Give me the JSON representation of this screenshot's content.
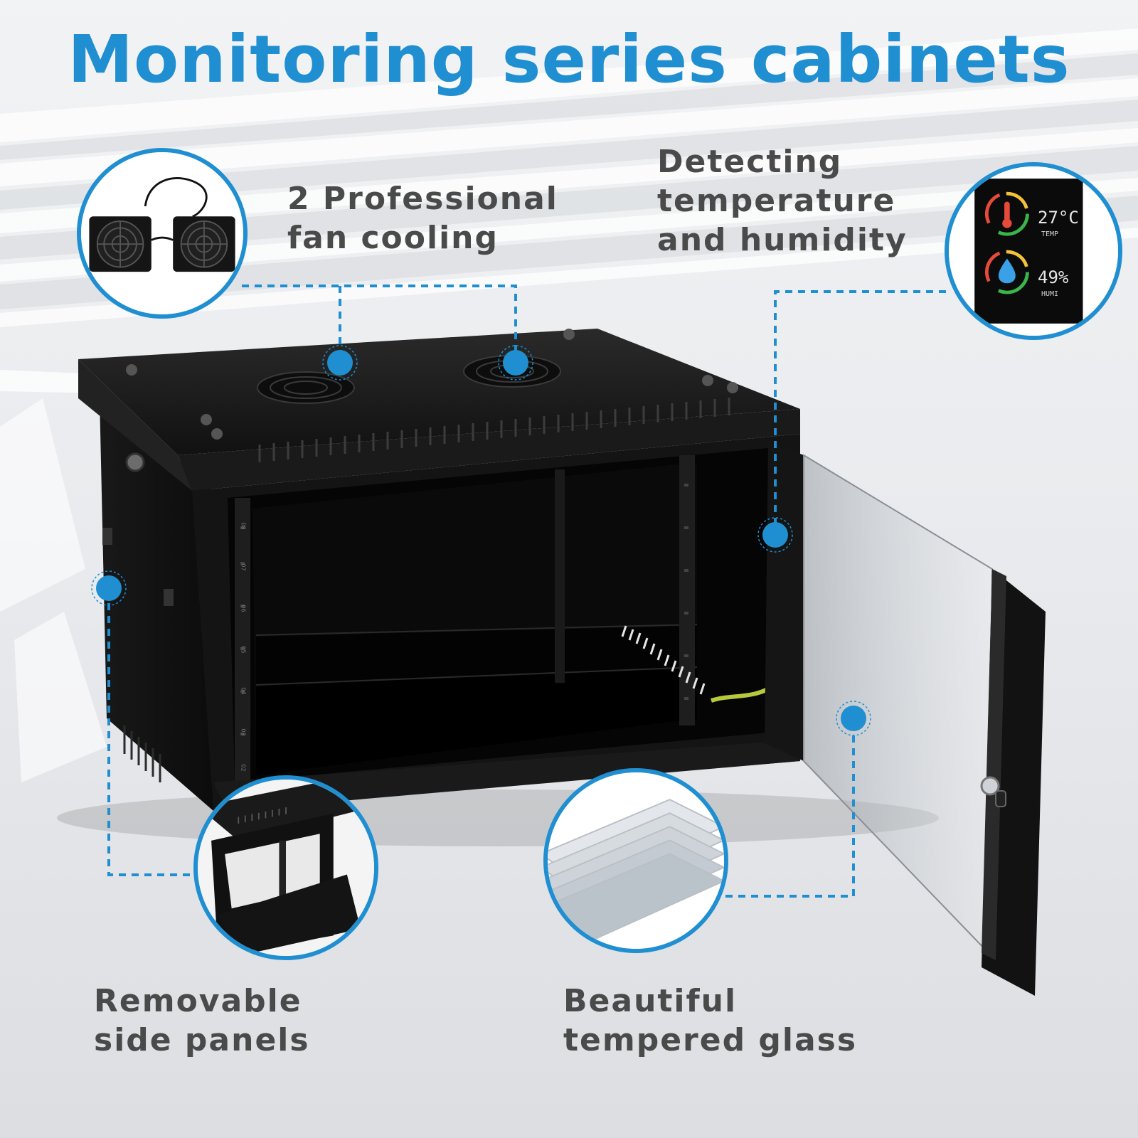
{
  "title": "Monitoring series cabinets",
  "features": {
    "fan": {
      "line1": "2 Professional",
      "line2": "fan cooling"
    },
    "sensor": {
      "line1": "Detecting",
      "line2": "temperature",
      "line3": "and humidity"
    },
    "side_panels": {
      "line1": "Removable",
      "line2": "side panels"
    },
    "glass": {
      "line1": "Beautiful",
      "line2": "tempered glass"
    }
  },
  "sensor_display": {
    "temperature": "27°C",
    "temperature_label": "TEMP",
    "humidity": "49%",
    "humidity_label": "HUMI"
  },
  "rack_unit_labels": [
    "08",
    "07",
    "06",
    "05",
    "04",
    "03",
    "02"
  ],
  "colors": {
    "accent": "#1f8fd1",
    "caption": "#4a4a4a",
    "cabinet": "#151515"
  },
  "icons": [
    "thermometer-icon",
    "water-drop-icon",
    "fan-icon"
  ]
}
